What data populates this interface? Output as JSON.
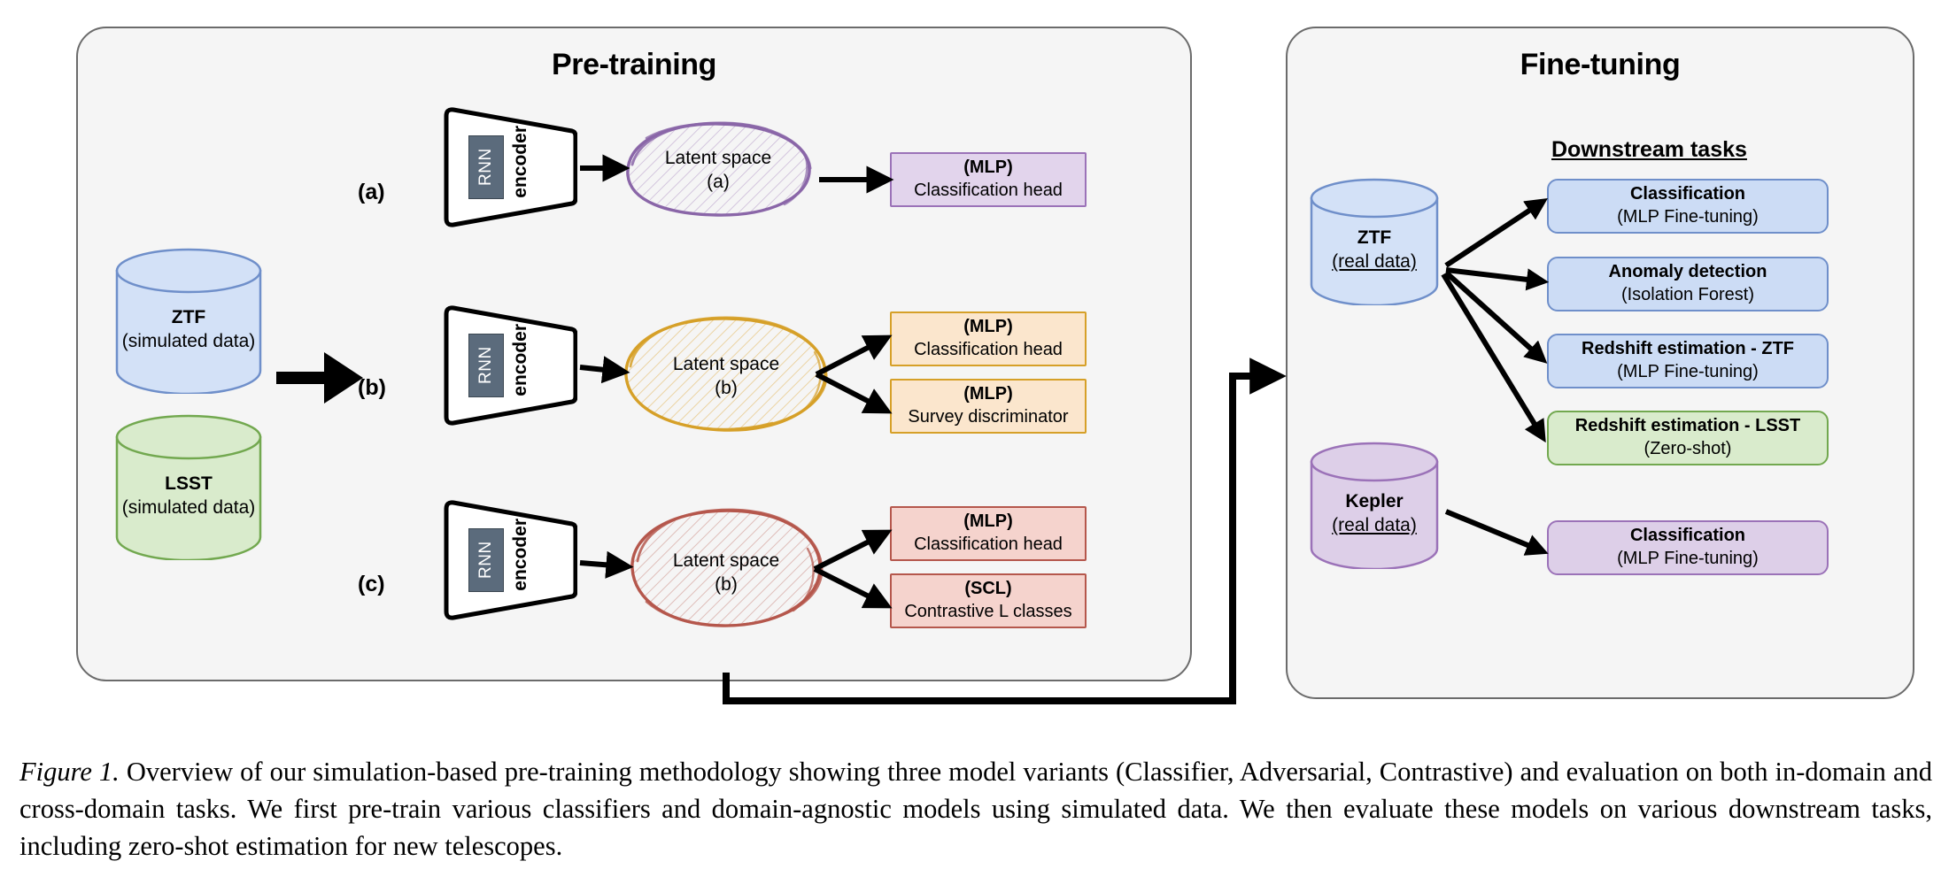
{
  "panels": {
    "pretraining": {
      "title": "Pre-training"
    },
    "finetuning": {
      "title": "Fine-tuning",
      "section_title": "Downstream tasks"
    }
  },
  "sources": [
    {
      "name": "ZTF",
      "sub": "(simulated data)",
      "color": "#d3e1f7",
      "stroke": "#6f8fca",
      "underline": false
    },
    {
      "name": "LSST",
      "sub": "(simulated data)",
      "color": "#d9ebcc",
      "stroke": "#72a84f",
      "underline": false
    }
  ],
  "rows": [
    {
      "letter": "(a)",
      "encoder": {
        "rnn": "RNN",
        "label": "encoder"
      },
      "latent": {
        "l1": "Latent space",
        "l2": "(a)",
        "color": "#7e5a9b"
      },
      "heads": [
        {
          "b1": "(MLP)",
          "b2": "Classification head",
          "style": "purple"
        }
      ]
    },
    {
      "letter": "(b)",
      "encoder": {
        "rnn": "RNN",
        "label": "encoder"
      },
      "latent": {
        "l1": "Latent space",
        "l2": "(b)",
        "color": "#d6a028"
      },
      "heads": [
        {
          "b1": "(MLP)",
          "b2": "Classification head",
          "style": "orange"
        },
        {
          "b1": "(MLP)",
          "b2": "Survey discriminator",
          "style": "orange"
        }
      ]
    },
    {
      "letter": "(c)",
      "encoder": {
        "rnn": "RNN",
        "label": "encoder"
      },
      "latent": {
        "l1": "Latent space",
        "l2": "(b)",
        "color": "#b5574c"
      },
      "heads": [
        {
          "b1": "(MLP)",
          "b2": "Classification head",
          "style": "red"
        },
        {
          "b1": "(SCL)",
          "b2": "Contrastive L classes",
          "style": "red"
        }
      ]
    }
  ],
  "finetune_sources": [
    {
      "name": "ZTF",
      "sub": "(real data)",
      "color": "#d3e1f7",
      "stroke": "#6f8fca",
      "underline": true
    },
    {
      "name": "Kepler",
      "sub": "(real data)",
      "color": "#ddcfe8",
      "stroke": "#9b72b8",
      "underline": true
    }
  ],
  "downstream_tasks": [
    {
      "b1": "Classification",
      "b2": "(MLP Fine-tuning)",
      "style": "blue"
    },
    {
      "b1": "Anomaly detection",
      "b2": "(Isolation Forest)",
      "style": "blue"
    },
    {
      "b1": "Redshift estimation - ZTF",
      "b2": "(MLP Fine-tuning)",
      "style": "blue"
    },
    {
      "b1": "Redshift estimation - LSST",
      "b2": "(Zero-shot)",
      "style": "green"
    }
  ],
  "kepler_tasks": [
    {
      "b1": "Classification",
      "b2": "(MLP Fine-tuning)",
      "style": "lilac"
    }
  ],
  "caption": {
    "label": "Figure 1.",
    "text": " Overview of our simulation-based pre-training methodology showing three model variants (Classifier, Adversarial, Contrastive) and evaluation on both in-domain and cross-domain tasks.  We first pre-train various classifiers and domain-agnostic models using simulated data. We then evaluate these models on various downstream tasks, including zero-shot estimation for new telescopes."
  },
  "colors": {
    "panel_bg": "#f5f5f5",
    "panel_border": "#6b6b6b",
    "arrow": "#000000"
  }
}
